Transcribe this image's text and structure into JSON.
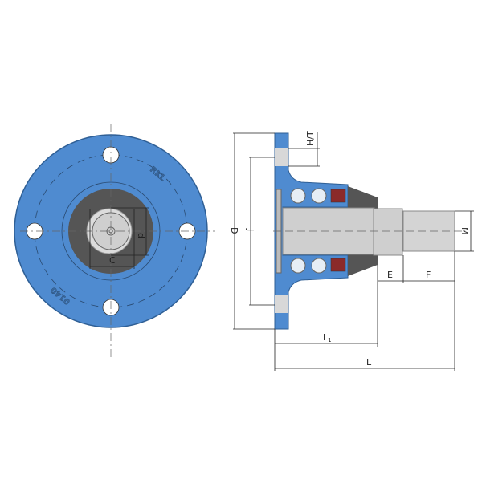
{
  "colors": {
    "housing": "#4f8bd0",
    "seal": "#555555",
    "shaft": "#cfcfcf",
    "line": "#333333"
  },
  "front_view": {
    "stamp_top": "RKL",
    "stamp_bottom": "0140",
    "labels": {
      "c": "C",
      "d": "d"
    }
  },
  "side_view": {
    "labels": {
      "D": "D",
      "J": "J",
      "HT": "H/T",
      "M": "M",
      "E": "E",
      "F": "F",
      "L1": "L",
      "L1_sub": "1",
      "L": "L"
    }
  }
}
